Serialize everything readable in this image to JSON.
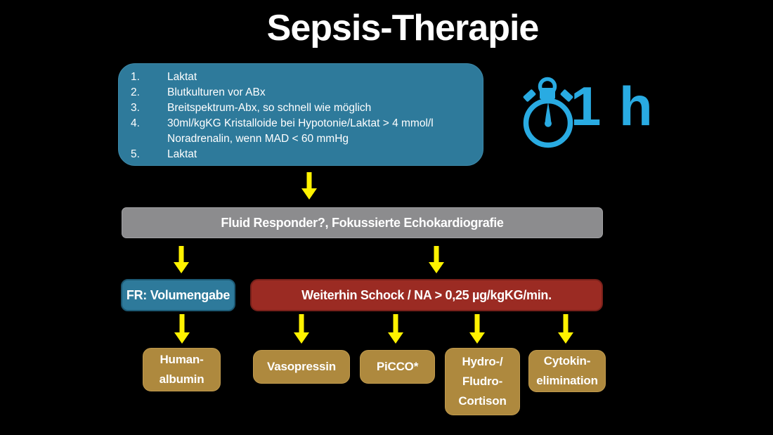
{
  "slide": {
    "title": "Sepsis-Therapie",
    "timer": {
      "icon": "stopwatch-icon",
      "value": "1 h"
    },
    "protocol": {
      "items": [
        {
          "num": "1.",
          "lines": [
            "Laktat"
          ]
        },
        {
          "num": "2.",
          "lines": [
            "Blutkulturen vor ABx"
          ]
        },
        {
          "num": "3.",
          "lines": [
            "Breitspektrum-Abx, so schnell wie möglich"
          ]
        },
        {
          "num": "4.",
          "lines": [
            "30ml/kgKG Kristalloide bei Hypotonie/Laktat > 4 mmol/l",
            "Noradrenalin, wenn MAD < 60 mmHg"
          ]
        },
        {
          "num": "5.",
          "lines": [
            "Laktat"
          ]
        }
      ]
    },
    "decision": {
      "label": "Fluid Responder?, Fokussierte Echokardiografie"
    },
    "fr": {
      "label": "FR: Volumengabe"
    },
    "shock": {
      "label": "Weiterhin Schock / NA > 0,25 µg/kgKG/min."
    },
    "therapies": [
      {
        "lines": [
          "Human-",
          "albumin"
        ]
      },
      {
        "lines": [
          "Vasopressin"
        ]
      },
      {
        "lines": [
          "PiCCO*"
        ]
      },
      {
        "lines": [
          "Hydro-/",
          "Fludro-",
          "Cortison"
        ]
      },
      {
        "lines": [
          "Cytokin-",
          "elimination"
        ]
      }
    ],
    "colors": {
      "background": "#000000",
      "teal_box": "#2E7A9B",
      "gray_box": "#8C8C8E",
      "red_box": "#9B2B23",
      "gold_box": "#AE893E",
      "arrow_yellow": "#FFF200",
      "timer_blue": "#29ABE2",
      "text": "#FFFFFF"
    }
  }
}
